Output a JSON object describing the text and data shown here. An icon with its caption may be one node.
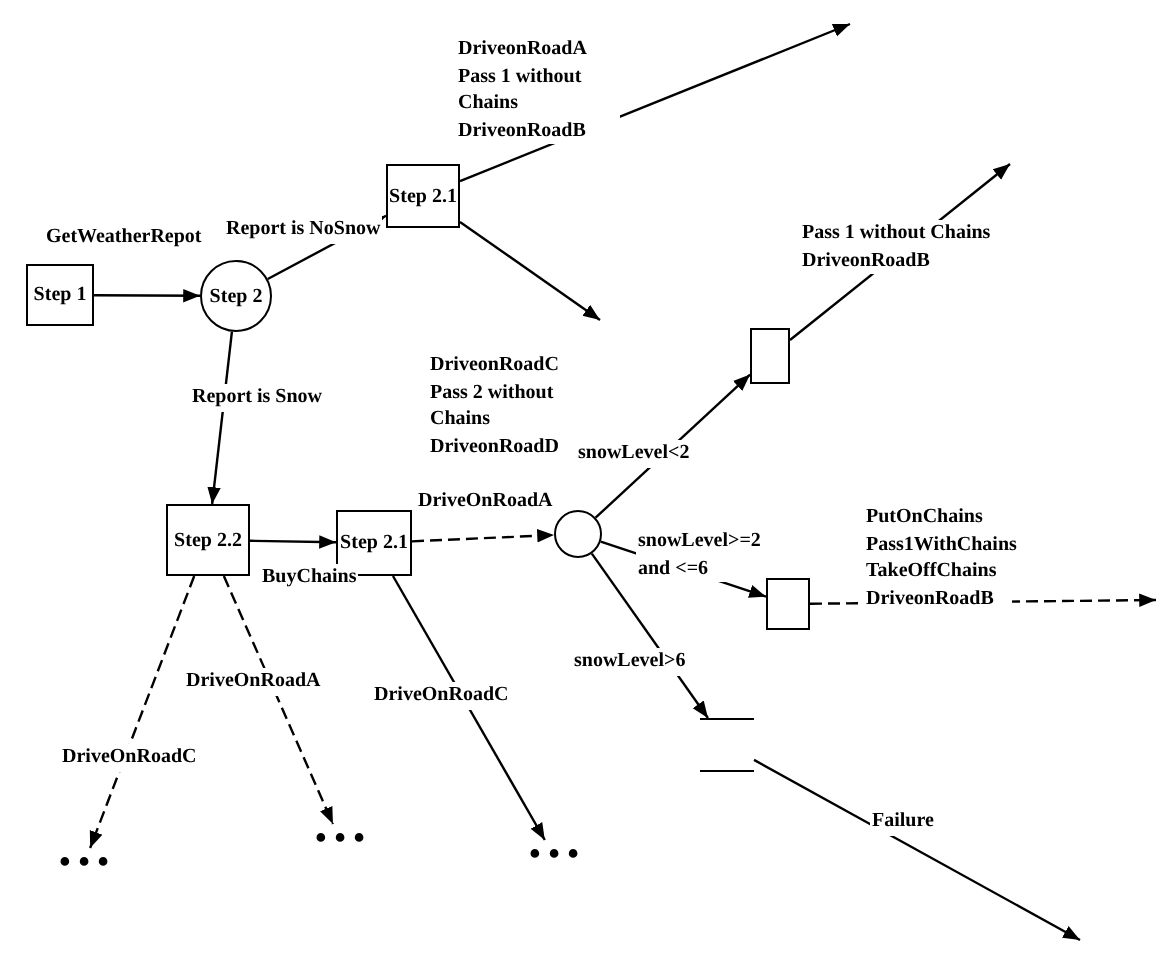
{
  "diagram": {
    "nodes": [
      {
        "text": [
          "Step 1"
        ]
      },
      {
        "text": [
          "Step 2"
        ]
      },
      {
        "text": [
          "Step 2.1"
        ]
      },
      {
        "text": [
          "Step 2.2"
        ]
      },
      {
        "text": [
          "Step 2.1"
        ]
      },
      {
        "text": [],
        "shape": "circle"
      },
      {
        "text": [],
        "shape": "box"
      },
      {
        "text": [],
        "shape": "box"
      },
      {
        "text": [],
        "shape": "bracket"
      },
      {
        "text": [
          "• • •"
        ]
      },
      {
        "text": [
          "• • •"
        ]
      },
      {
        "text": [
          "• • •"
        ]
      }
    ],
    "edges": [
      {
        "from": 0,
        "to": 1,
        "arrow": "to",
        "label": "GetWeatherRepot"
      },
      {
        "from": 1,
        "to": 2,
        "arrow": "to",
        "label": "Report is NoSnow"
      },
      {
        "from": 2,
        "to": null,
        "arrow": "to",
        "label": "DriveonRoadA Pass 1 without Chains DriveonRoadB"
      },
      {
        "from": 2,
        "to": null,
        "arrow": "to",
        "label": "DriveonRoadC Pass 2 without Chains DriveonRoadD"
      },
      {
        "from": 1,
        "to": 3,
        "arrow": "to",
        "label": "Report is Snow"
      },
      {
        "from": 3,
        "to": 4,
        "arrow": "to",
        "label": "BuyChains"
      },
      {
        "from": 4,
        "to": 5,
        "arrow": "to",
        "label": "DriveOnRoadA",
        "style": "dashed"
      },
      {
        "from": 5,
        "to": 6,
        "arrow": "to",
        "label": "snowLevel<2"
      },
      {
        "from": 6,
        "to": null,
        "arrow": "to",
        "label": "Pass 1 without Chains DriveonRoadB"
      },
      {
        "from": 5,
        "to": 7,
        "arrow": "to",
        "label": "snowLevel>=2 and <=6"
      },
      {
        "from": 7,
        "to": null,
        "arrow": "to",
        "label": "PutOnChains Pass1WithChains TakeOffChains DriveonRoadB",
        "style": "dashed"
      },
      {
        "from": 5,
        "to": 8,
        "arrow": "to",
        "label": "snowLevel>6"
      },
      {
        "from": 8,
        "to": null,
        "arrow": "to",
        "label": "Failure"
      },
      {
        "from": 3,
        "to": 9,
        "arrow": "to",
        "label": "DriveOnRoadC",
        "style": "dashed"
      },
      {
        "from": 3,
        "to": 10,
        "arrow": "to",
        "label": "DriveOnRoadA",
        "style": "dashed"
      },
      {
        "from": 4,
        "to": 11,
        "arrow": "to",
        "label": "DriveOnRoadC"
      }
    ]
  }
}
